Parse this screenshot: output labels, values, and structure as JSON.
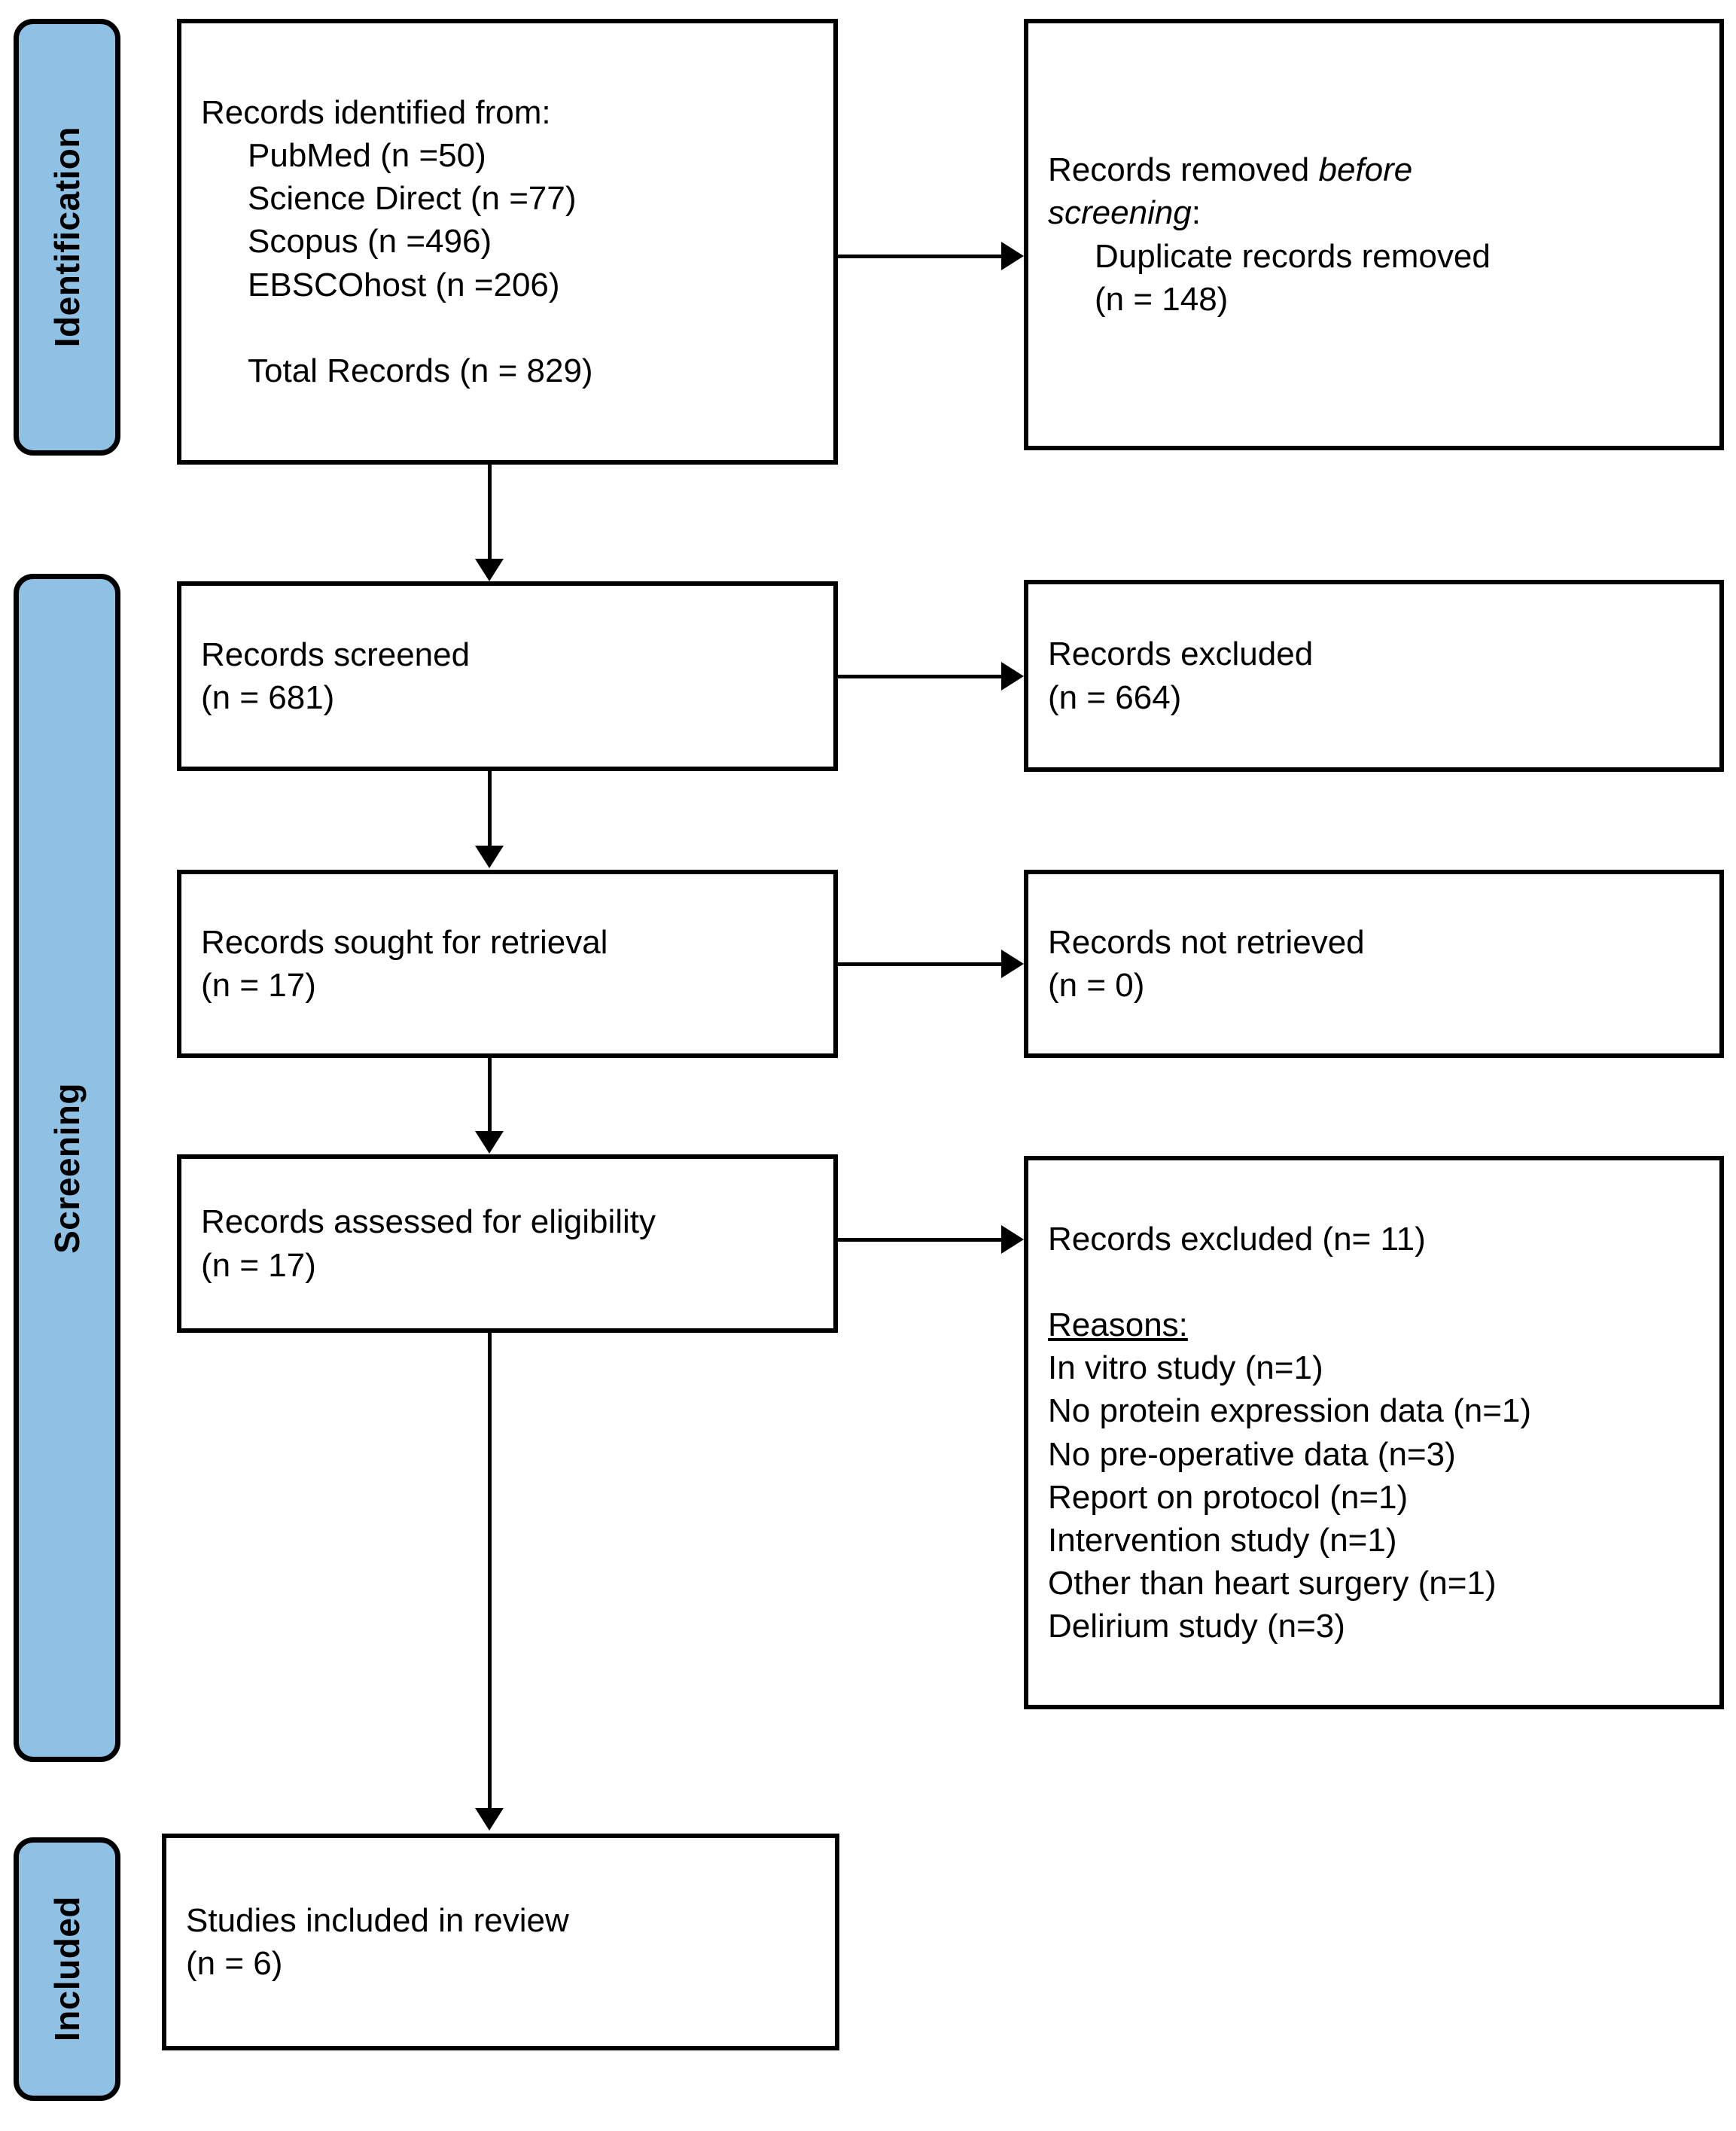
{
  "diagram": {
    "title": "PRISMA 2020 flow diagram",
    "accent_color": "#8EC1E4",
    "line_color": "#000000",
    "box_fill": "#FFFFFF"
  },
  "phases": {
    "identification": "Identification",
    "screening": "Screening",
    "included": "Included"
  },
  "boxes": {
    "identified": {
      "lines": [
        "Records identified from:",
        "PubMed (n =50)",
        "Science Direct (n =77)",
        "Scopus (n =496)",
        "EBSCOhost (n =206)",
        "",
        "Total Records (n = 829)"
      ]
    },
    "removed_before_screening": {
      "lead_plain": "Records removed ",
      "lead_italic_1": "before",
      "lead_italic_2": "screening",
      "lead_colon": ":",
      "detail_1": "Duplicate records removed",
      "detail_2": "(n = 148)"
    },
    "screened": {
      "line_1": "Records screened",
      "line_2": "(n = 681)"
    },
    "excluded": {
      "line_1": "Records excluded",
      "line_2": "(n = 664)"
    },
    "sought": {
      "line_1": "Records sought for retrieval",
      "line_2": "(n = 17)"
    },
    "not_retrieved": {
      "line_1": "Records not retrieved",
      "line_2": "(n = 0)"
    },
    "assessed": {
      "line_1": "Records assessed for eligibility",
      "line_2": "(n = 17)"
    },
    "excluded_reasons": {
      "heading": "Records excluded (n= 11)",
      "reasons_label": "Reasons:",
      "reasons": [
        "In vitro study (n=1)",
        "No protein expression data (n=1)",
        "No pre-operative data (n=3)",
        "Report on protocol (n=1)",
        "Intervention study (n=1)",
        "Other than heart surgery (n=1)",
        "Delirium study (n=3)"
      ]
    },
    "included_studies": {
      "line_1": "Studies included in review",
      "line_2": "(n = 6)"
    }
  },
  "chart_data": {
    "type": "table",
    "title": "PRISMA 2020 flow of information",
    "stages": [
      {
        "stage": "Identification",
        "label": "PubMed",
        "n": 50
      },
      {
        "stage": "Identification",
        "label": "Science Direct",
        "n": 77
      },
      {
        "stage": "Identification",
        "label": "Scopus",
        "n": 496
      },
      {
        "stage": "Identification",
        "label": "EBSCOhost",
        "n": 206
      },
      {
        "stage": "Identification",
        "label": "Total Records",
        "n": 829
      },
      {
        "stage": "Identification",
        "label": "Duplicate records removed",
        "n": 148
      },
      {
        "stage": "Screening",
        "label": "Records screened",
        "n": 681
      },
      {
        "stage": "Screening",
        "label": "Records excluded",
        "n": 664
      },
      {
        "stage": "Screening",
        "label": "Records sought for retrieval",
        "n": 17
      },
      {
        "stage": "Screening",
        "label": "Records not retrieved",
        "n": 0
      },
      {
        "stage": "Screening",
        "label": "Records assessed for eligibility",
        "n": 17
      },
      {
        "stage": "Screening",
        "label": "Records excluded (reasons)",
        "n": 11
      },
      {
        "stage": "Screening",
        "label": "In vitro study",
        "n": 1
      },
      {
        "stage": "Screening",
        "label": "No protein expression data",
        "n": 1
      },
      {
        "stage": "Screening",
        "label": "No pre-operative data",
        "n": 3
      },
      {
        "stage": "Screening",
        "label": "Report on protocol",
        "n": 1
      },
      {
        "stage": "Screening",
        "label": "Intervention study",
        "n": 1
      },
      {
        "stage": "Screening",
        "label": "Other than heart surgery",
        "n": 1
      },
      {
        "stage": "Screening",
        "label": "Delirium study",
        "n": 3
      },
      {
        "stage": "Included",
        "label": "Studies included in review",
        "n": 6
      }
    ]
  }
}
